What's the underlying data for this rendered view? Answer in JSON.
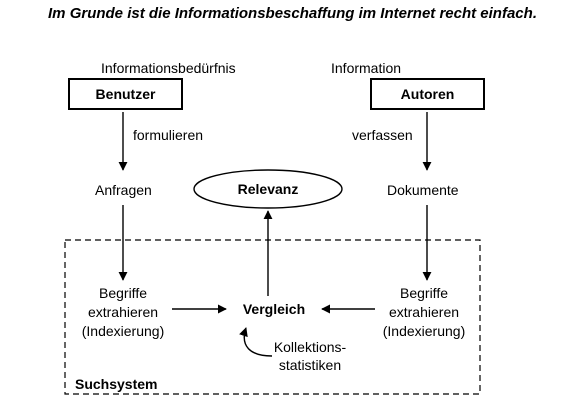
{
  "title": "Im Grunde ist die Informationsbeschaffung im Internet recht einfach.",
  "left": {
    "need_label": "Informationsbedürfnis",
    "box_label": "Benutzer",
    "action_label": "formulieren",
    "output_label": "Anfragen",
    "extract_line1": "Begriffe",
    "extract_line2": "extrahieren",
    "extract_line3": "(Indexierung)"
  },
  "right": {
    "info_label": "Information",
    "box_label": "Autoren",
    "action_label": "verfassen",
    "output_label": "Dokumente",
    "extract_line1": "Begriffe",
    "extract_line2": "extrahieren",
    "extract_line3": "(Indexierung)"
  },
  "center": {
    "relevance_label": "Relevanz",
    "compare_label": "Vergleich",
    "stats_line1": "Kollektions-",
    "stats_line2": "statistiken"
  },
  "system_label": "Suchsystem"
}
